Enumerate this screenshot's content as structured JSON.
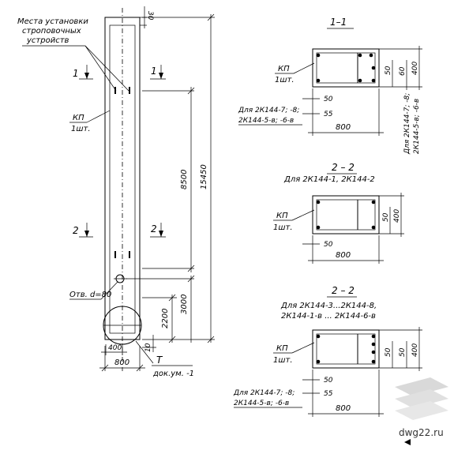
{
  "left": {
    "lift_label_1": "Места установки",
    "lift_label_2": "строповочных",
    "lift_label_3": "устройств",
    "section_mark_1": "1",
    "section_mark_2": "2",
    "kp_label": "КП",
    "kp_qty": "1шт.",
    "hole_label": "Отв. d=80",
    "dim_top": "30",
    "dim_8500": "8500",
    "dim_15450": "15450",
    "dim_3000": "3000",
    "dim_2200": "2200",
    "dim_10": "10",
    "dim_400": "400",
    "dim_800": "800",
    "t_label": "Т",
    "doc_label": "док.ум. -1"
  },
  "sec1": {
    "title": "1–1",
    "kp": "КП",
    "qty": "1шт.",
    "dim_50_side": "50",
    "dim_60": "60",
    "dim_400": "400",
    "dim_50": "50",
    "dim_55": "55",
    "dim_800": "800",
    "note1": "Для 2К144-7; -8;",
    "note2": "2К144-5-в; -6-в",
    "vert_note1": "Для 2К144-7; -8;",
    "vert_note2": "2К144-5-в; -6-в"
  },
  "sec2": {
    "title": "2 – 2",
    "sub": "Для 2К144-1, 2К144-2",
    "kp": "КП",
    "qty": "1шт.",
    "dim_50_side": "50",
    "dim_400": "400",
    "dim_50": "50",
    "dim_800": "800"
  },
  "sec3": {
    "title": "2 – 2",
    "sub1": "Для 2К144-3...2К144-8,",
    "sub2": "2К144-1-в ... 2К144-6-в",
    "kp": "КП",
    "qty": "1шт.",
    "dim_50_side": "50",
    "dim_60": "50",
    "dim_400": "400",
    "dim_50": "50",
    "dim_55": "55",
    "dim_800": "800",
    "note1": "Для 2К144-7; -8;",
    "note2": "2К144-5-в; -6-в"
  },
  "watermark": "dwg22.ru"
}
